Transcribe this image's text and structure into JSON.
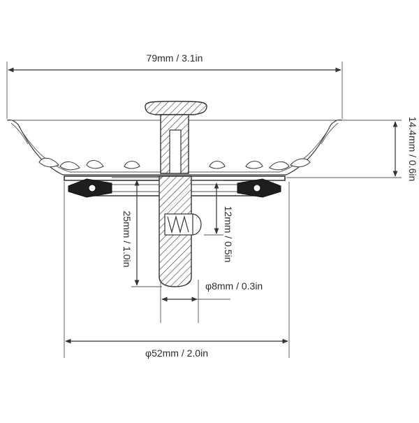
{
  "diagram": {
    "dimensions": {
      "overall_width": "79mm / 3.1in",
      "height": "14.4mm / 0.6in",
      "stem_length": "25mm / 1.0in",
      "spring_drop": "12mm / 0.5in",
      "stem_diameter": "φ8mm / 0.3in",
      "base_diameter": "φ52mm / 2.0in"
    },
    "colors": {
      "line": "#333333",
      "seal": "#1e1e1e",
      "background": "#ffffff"
    }
  }
}
